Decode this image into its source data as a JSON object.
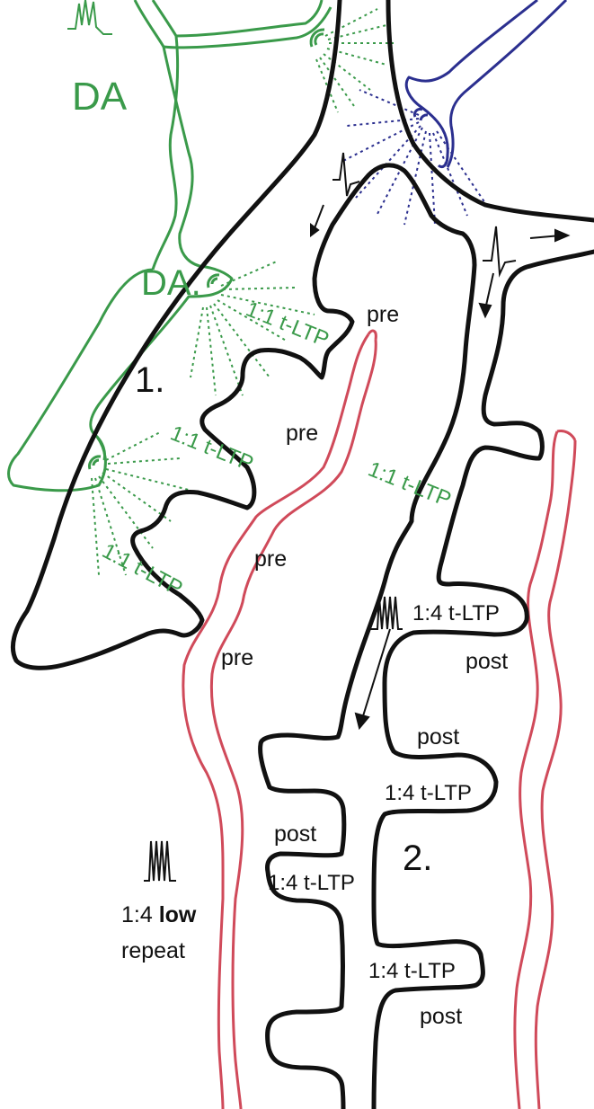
{
  "colors": {
    "neuron": "#111111",
    "dopamine": "#3a9a4a",
    "presynaptic_axon": "#d04a5a",
    "afferent": "#2b2f8f"
  },
  "labels": {
    "da_top": "DA",
    "da_mid": "DA.",
    "site_1": "1.",
    "site_2": "2.",
    "pre_1": "pre",
    "pre_2": "pre",
    "pre_3": "pre",
    "pre_4": "pre",
    "post_1": "post",
    "post_2": "post",
    "post_3": "post",
    "post_4": "post",
    "ltp11_a": "1:1 t-LTP",
    "ltp11_b": "1:1 t-LTP",
    "ltp11_c": "1:1 t-LTP",
    "ltp11_d": "1:1 t-LTP",
    "ltp14_a": "1:4 t-LTP",
    "ltp14_b": "1:4 t-LTP",
    "ltp14_c": "1:4 t-LTP",
    "ltp14_d": "1:4 t-LTP",
    "protocol_ratio": "1:4",
    "protocol_low": "low",
    "protocol_repeat": "repeat"
  }
}
